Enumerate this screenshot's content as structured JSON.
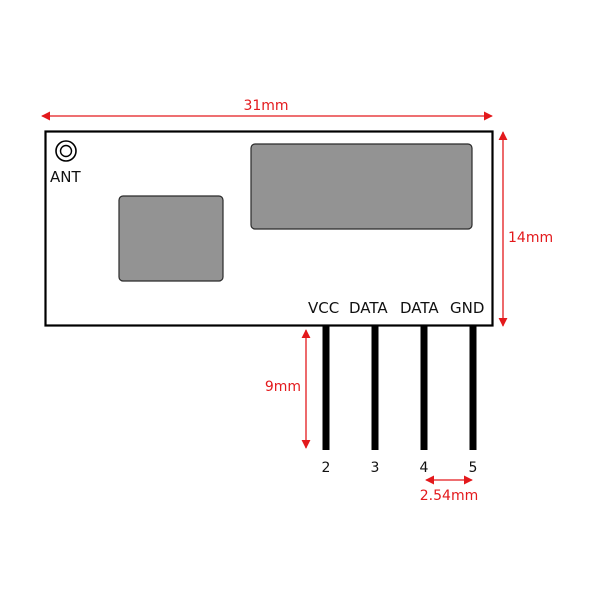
{
  "colors": {
    "dimension": "#e3191c",
    "outline": "#000000",
    "chip_fill": "#939393",
    "chip_stroke": "#2a2a2a",
    "background": "#ffffff"
  },
  "dimensions": {
    "width": "31mm",
    "height": "14mm",
    "pin_length": "9mm",
    "pin_pitch": "2.54mm"
  },
  "board": {
    "antenna_label": "ANT",
    "antenna_icon": "antenna-ring-icon"
  },
  "pins": [
    {
      "label": "VCC",
      "number": "2"
    },
    {
      "label": "DATA",
      "number": "3"
    },
    {
      "label": "DATA",
      "number": "4"
    },
    {
      "label": "GND",
      "number": "5"
    }
  ]
}
